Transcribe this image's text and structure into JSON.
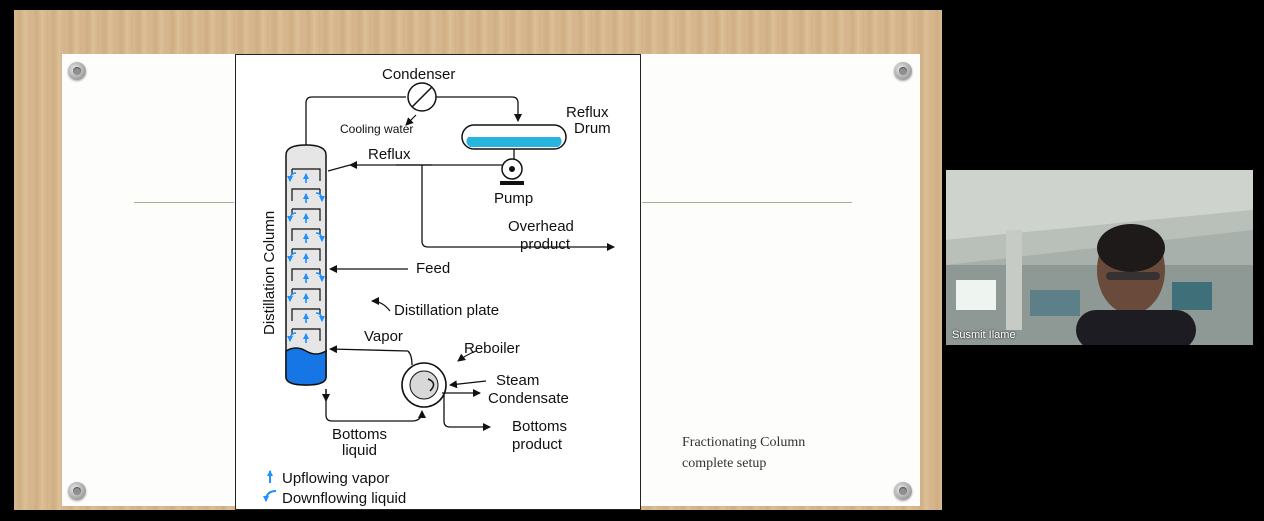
{
  "slide": {
    "diagram_labels": {
      "condenser": "Condenser",
      "cooling_water": "Cooling water",
      "reflux_drum_line1": "Reflux",
      "reflux_drum_line2": "Drum",
      "reflux": "Reflux",
      "pump": "Pump",
      "overhead_line1": "Overhead",
      "overhead_line2": "product",
      "column": "Distillation Column",
      "feed": "Feed",
      "plate": "Distillation plate",
      "vapor": "Vapor",
      "reboiler": "Reboiler",
      "steam": "Steam",
      "condensate": "Condensate",
      "bottoms_liquid_line1": "Bottoms",
      "bottoms_liquid_line2": "liquid",
      "bottoms_product_line1": "Bottoms",
      "bottoms_product_line2": "product",
      "legend_vapor": "Upflowing vapor",
      "legend_liquid": "Downflowing liquid"
    },
    "caption_line1": "Fractionating Column",
    "caption_line2": "complete setup"
  },
  "video": {
    "participant_name": "Susmit Ilame"
  },
  "colors": {
    "accent_blue": "#1e90ff",
    "wood": "#d6b68c"
  }
}
